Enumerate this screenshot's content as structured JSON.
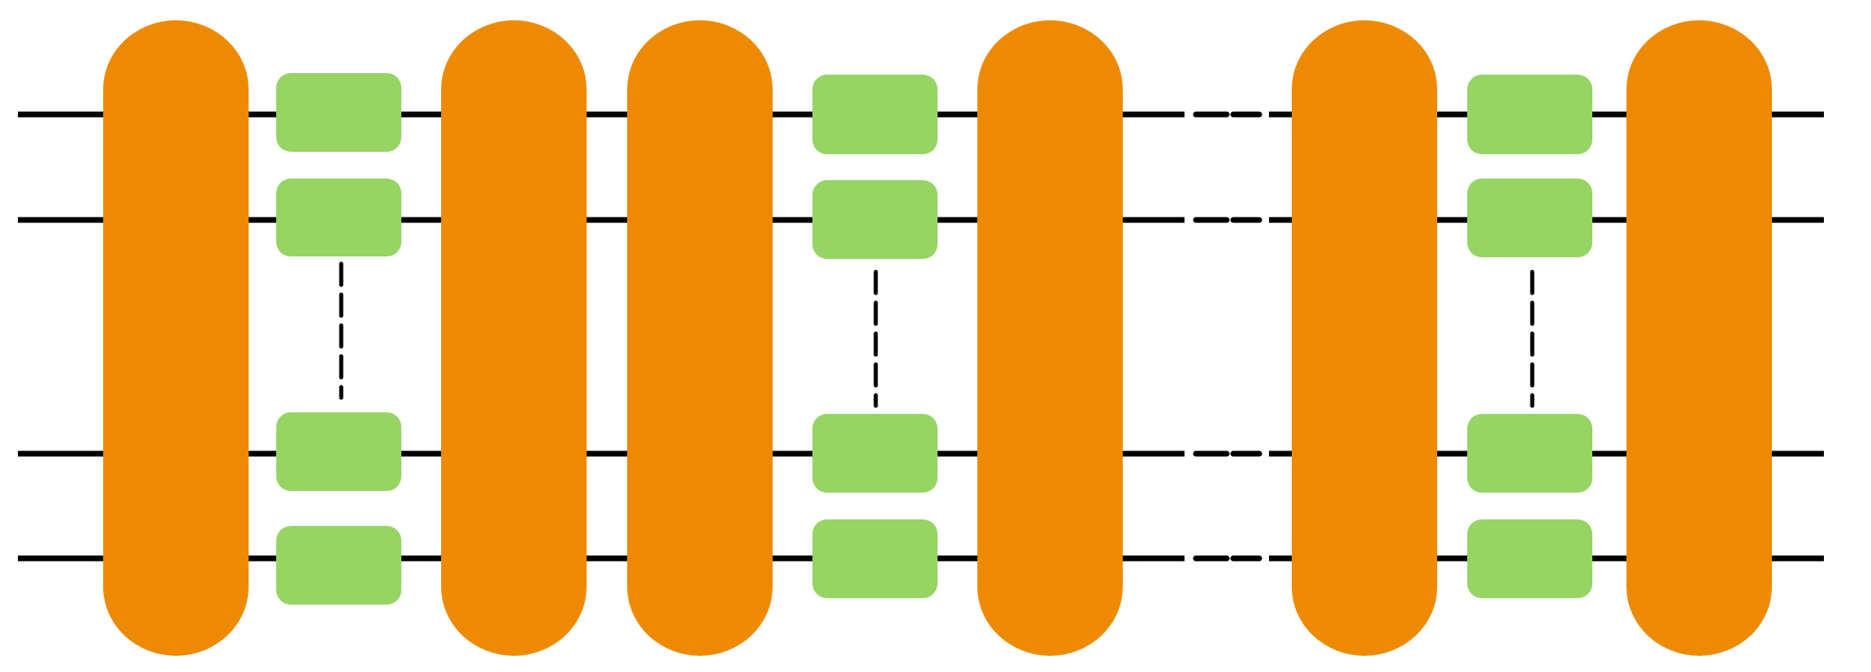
{
  "diagram": {
    "kind": "layered circuit",
    "background": "#ffffff",
    "wire_color": "#000000",
    "entangling_block_color": "#ee8a02",
    "single_qubit_block_color": "#96d463",
    "connector_style": "dashed",
    "wires": {
      "visible": 4,
      "elided_between": [
        2,
        3
      ]
    },
    "sections": [
      {
        "layers": [
          "entangling-block",
          "single-qubit-column",
          "entangling-block"
        ]
      },
      {
        "layers": [
          "entangling-block",
          "single-qubit-column",
          "entangling-block"
        ]
      },
      {
        "layers": [
          "entangling-block",
          "single-qubit-column",
          "entangling-block"
        ]
      }
    ],
    "gaps": [
      "none",
      "dashed-ellipsis"
    ]
  }
}
